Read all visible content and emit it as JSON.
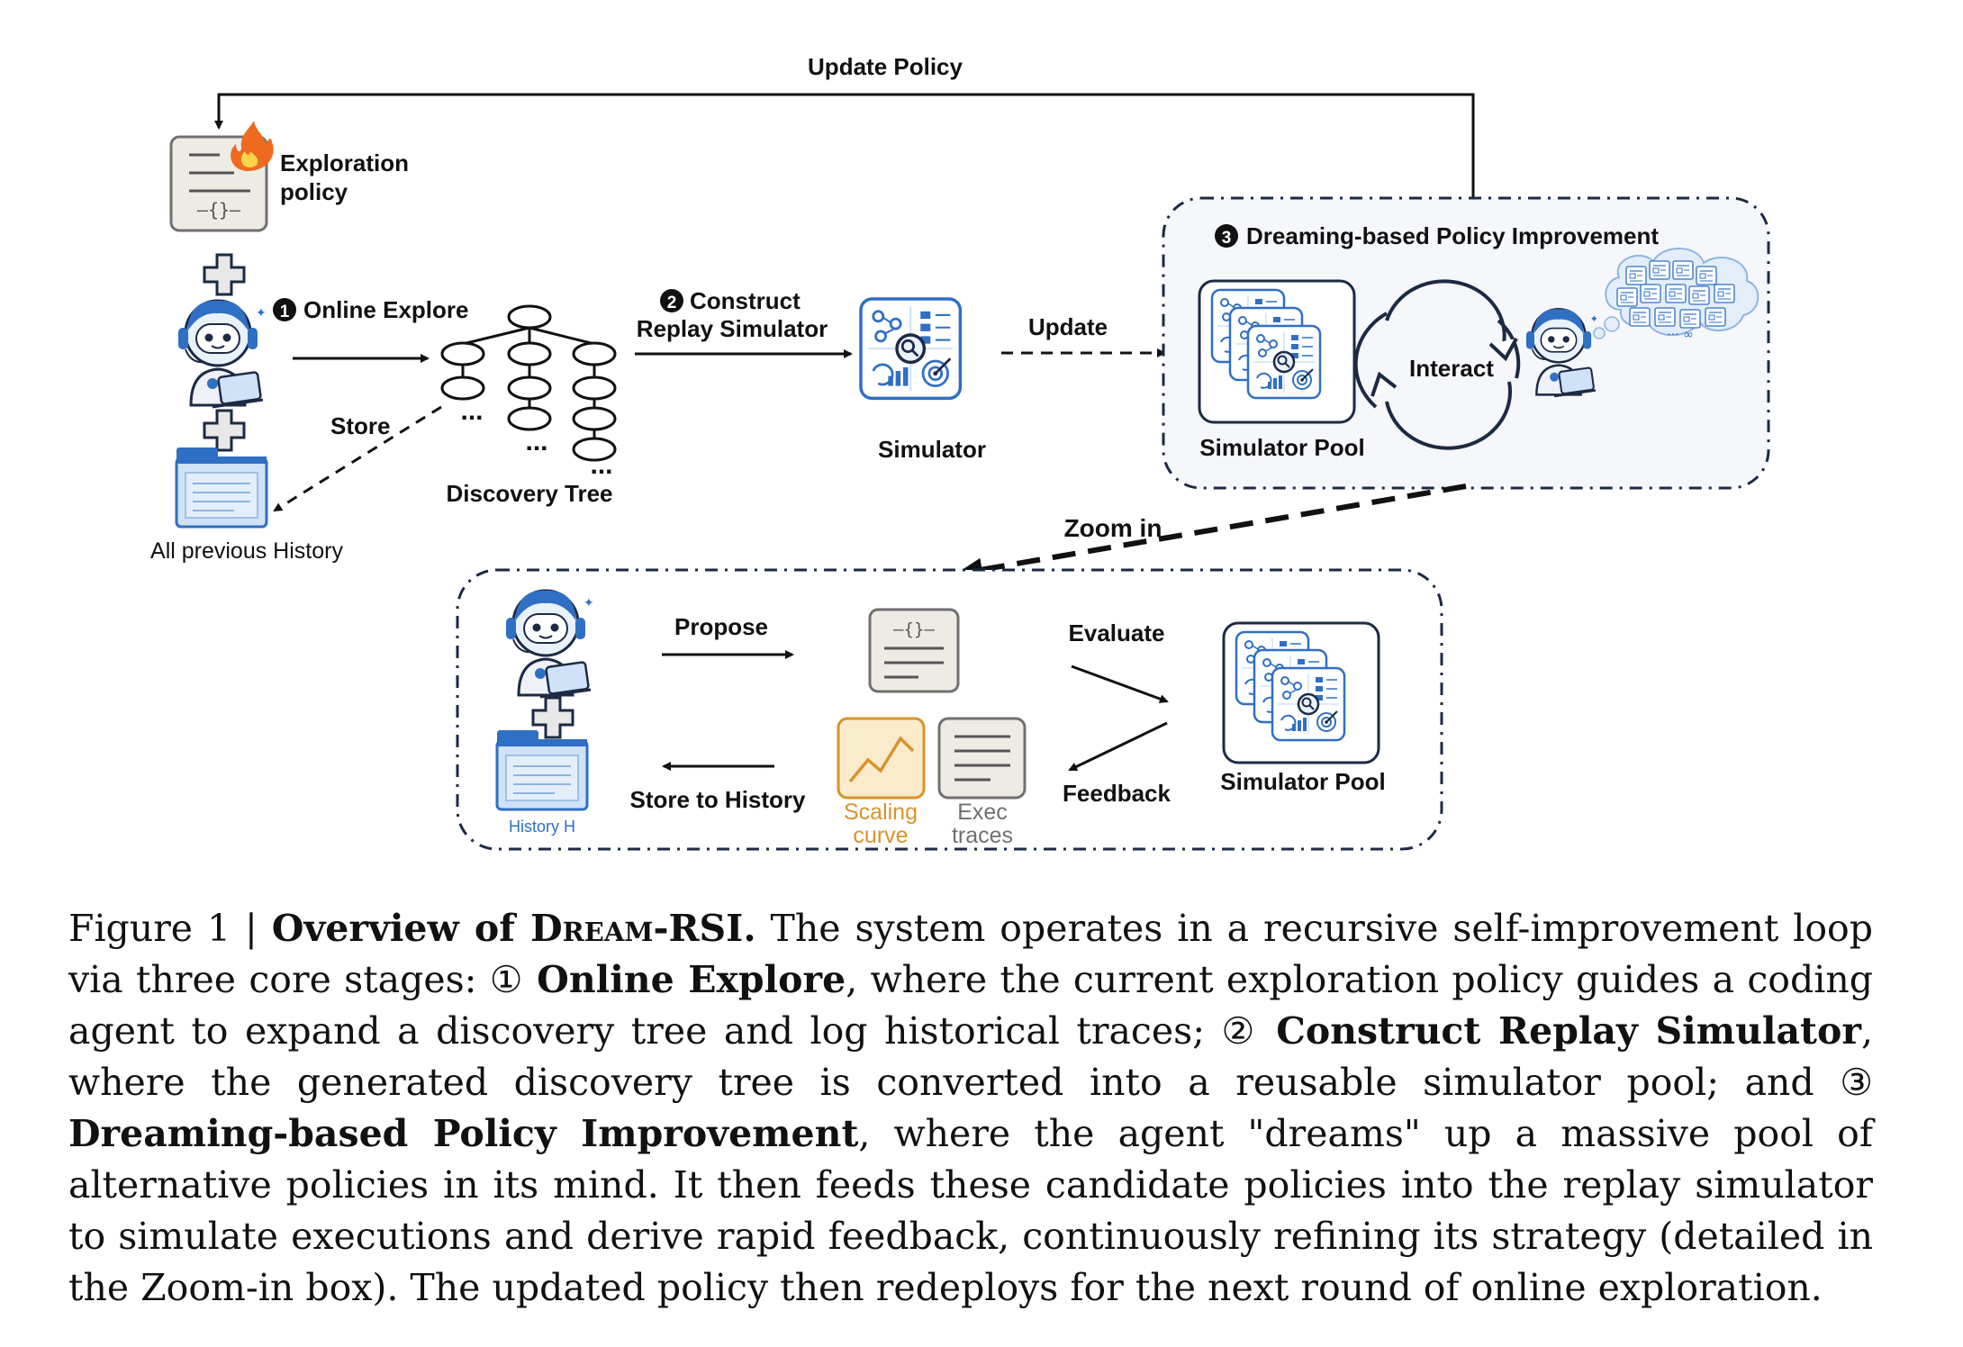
{
  "labels": {
    "update_policy": "Update Policy",
    "exploration_policy": [
      "Exploration",
      "policy"
    ],
    "step1_num": "1",
    "step1": "Online Explore",
    "store": "Store",
    "all_history": "All previous History",
    "discovery_tree": "Discovery Tree",
    "step2_num": "2",
    "step2": [
      "Construct",
      "Replay Simulator"
    ],
    "simulator": "Simulator",
    "update": "Update",
    "step3_num": "3",
    "step3": "Dreaming-based Policy Improvement",
    "interact": "Interact",
    "simulator_pool": "Simulator Pool",
    "zoom_in": "Zoom in",
    "propose": "Propose",
    "evaluate": "Evaluate",
    "feedback": "Feedback",
    "store_to_history": "Store to History",
    "history_h": "History H",
    "scaling_curve": [
      "Scaling",
      "curve"
    ],
    "exec_traces": [
      "Exec",
      "traces"
    ],
    "code_symbol": "—{}—",
    "ellipsis": "...",
    "cloud_dots": "··· ∞"
  },
  "caption": {
    "figure": "Figure 1 | ",
    "title_a": "Overview of ",
    "title_b": "Dream",
    "title_c": "-RSI.",
    "t1": " The system operates in a recursive self-improvement loop via three core stages: ① ",
    "b1": "Online Explore",
    "t2": ", where the current exploration policy guides a coding agent to expand a discovery tree and log historical traces; ② ",
    "b2": "Construct Replay Simulator",
    "t3": ", where the generated discovery tree is converted into a reusable simulator pool; and ③ ",
    "b3": "Dreaming-based Policy Improvement",
    "t4": ", where the agent \"dreams\" up a massive pool of alternative policies in its mind. It then feeds these candidate policies into the replay simulator to simulate executions and derive rapid feedback, continuously refining its strategy (detailed in the Zoom-in box). The updated policy then redeploys for the next round of online exploration."
  },
  "colors": {
    "ink": "#111111",
    "navy": "#1d2a44",
    "blue": "#2f6fc4",
    "light_blue": "#cfe2f7",
    "orange": "#d9932b",
    "orange_fill": "#fbebcd",
    "gray": "#707070",
    "panel_fill": "#f6f7fa",
    "fire": "#ee6a1f"
  }
}
